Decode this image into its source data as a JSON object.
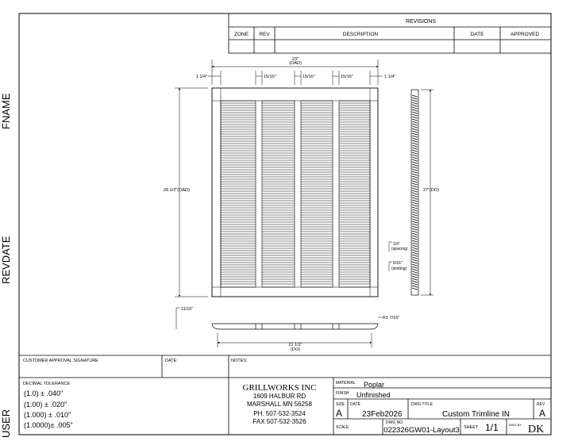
{
  "side_labels": {
    "fname": "FNAME",
    "revdate": "REVDATE",
    "user": "USER"
  },
  "revisions": {
    "title": "REVISIONS",
    "headers": {
      "zone": "ZONE",
      "rev": "REV",
      "description": "DESCRIPTION",
      "date": "DATE",
      "approved": "APPROVED"
    }
  },
  "dimensions": {
    "overall_width": "23\"",
    "overall_width_note": "(OAD)",
    "left_margin": "1 1/4\"",
    "gap1": "15/16\"",
    "gap2": "15/16\"",
    "gap3": "15/16\"",
    "right_margin": "1 1/4\"",
    "height": "28 1/2\"(OAD)",
    "opening_height": "27\"(DO)",
    "spacing": "1/4\"",
    "spacing_note": "(spacing)",
    "slotting": "5/16\"",
    "slotting_note": "(slotting)",
    "depth": "11/16\"",
    "radius": "R1 7/16\"",
    "bottom_width": "21 1/2\"",
    "bottom_width_note": "(DO)"
  },
  "title_block": {
    "customer_approval": "CUSTOMER APPROVAL SIGNATURE",
    "date_label": "DATE:",
    "notes_label": "NOTES:",
    "decimal_tolerance_title": "DECIMAL TOLERANCE",
    "tolerances": [
      "(1.0)  ± .040\"",
      "(1.00)  ± .020\"",
      "(1.000) ± .010\"",
      "(1.0000)± .005\""
    ],
    "company_name": "GRILLWORKS INC",
    "company_address1": "1609 HALBUR RD",
    "company_address2": "MARSHALL MN 56258",
    "company_phone": "PH. 507-532-3524",
    "company_fax": "FAX 507-532-3526",
    "material_label": "MATERIAL",
    "material_value": "Poplar",
    "finish_label": "FINISH",
    "finish_value": "Unfinished",
    "size_label": "SIZE",
    "size_value": "A",
    "date_label2": "DATE",
    "date_value": "23Feb2026",
    "dwg_title_label": "DWG TITLE",
    "dwg_title_value": "Custom Trimline IN",
    "rev_label": "REV",
    "rev_value": "A",
    "scale_label": "SCALE",
    "dwg_no_label": "DWG NO.",
    "dwg_no_value": "022326GW01-Layout3",
    "sheet_label": "SHEET",
    "sheet_value": "1/1",
    "dwg_by_label": "DWG BY",
    "dwg_by_value": "DK"
  }
}
